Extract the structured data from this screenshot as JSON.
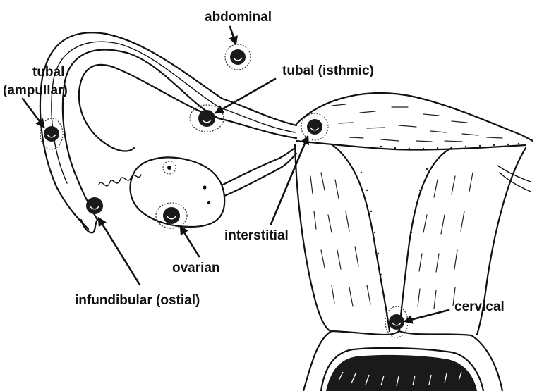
{
  "labels": {
    "abdominal": "abdominal",
    "tubal_isthmic": "tubal (isthmic)",
    "tubal_ampullar_line1": "tubal",
    "tubal_ampullar_line2": "(ampullar)",
    "interstitial": "interstitial",
    "ovarian": "ovarian",
    "infundibular": "infundibular (ostial)",
    "cervical": "cervical"
  },
  "colors": {
    "ink": "#111111",
    "background": "#ffffff"
  }
}
